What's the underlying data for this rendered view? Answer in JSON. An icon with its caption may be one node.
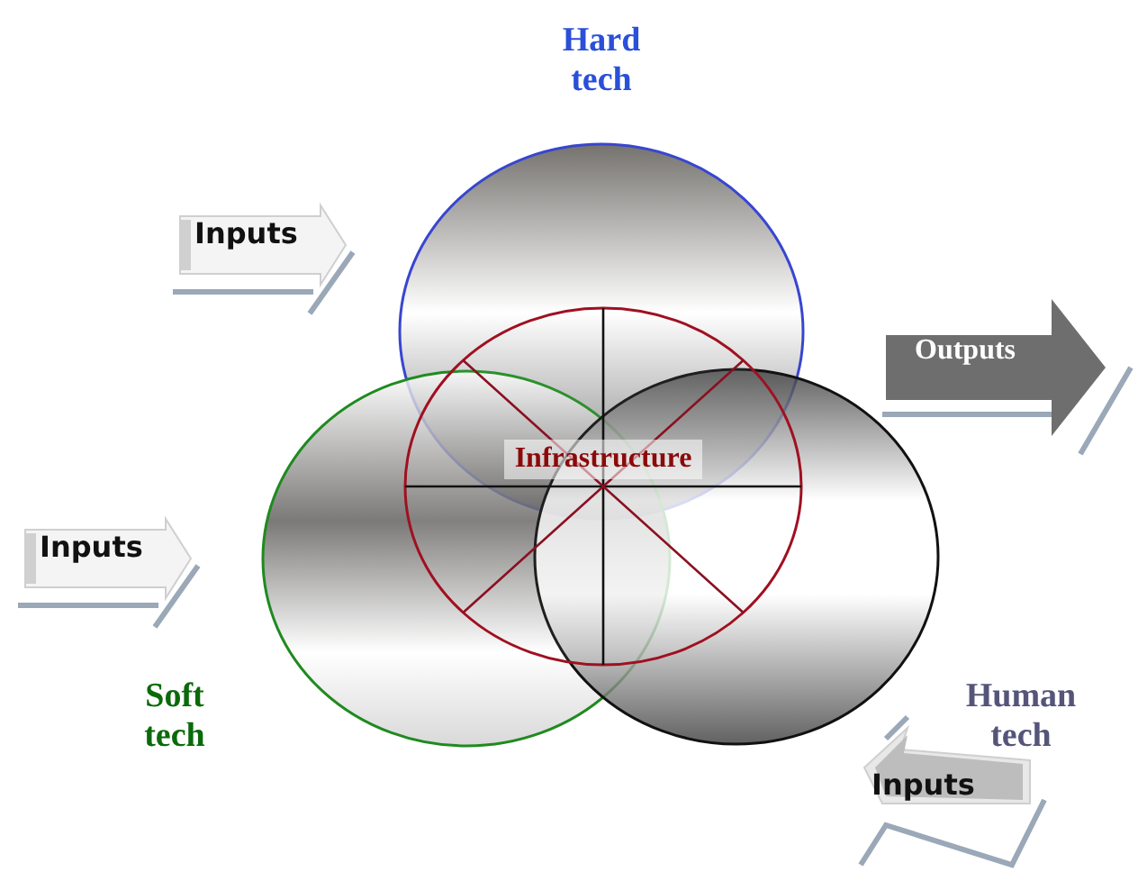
{
  "diagram": {
    "nodes": [
      {
        "text": [
          "Hard tech"
        ]
      },
      {
        "text": [
          "Soft tech"
        ]
      },
      {
        "text": [
          "Human tech"
        ]
      },
      {
        "text": [
          "Infrastructure"
        ]
      },
      {
        "text": [
          "Inputs"
        ]
      },
      {
        "text": [
          "Inputs"
        ]
      },
      {
        "text": [
          "Outputs"
        ]
      },
      {
        "text": [
          "Inputs"
        ]
      }
    ]
  }
}
